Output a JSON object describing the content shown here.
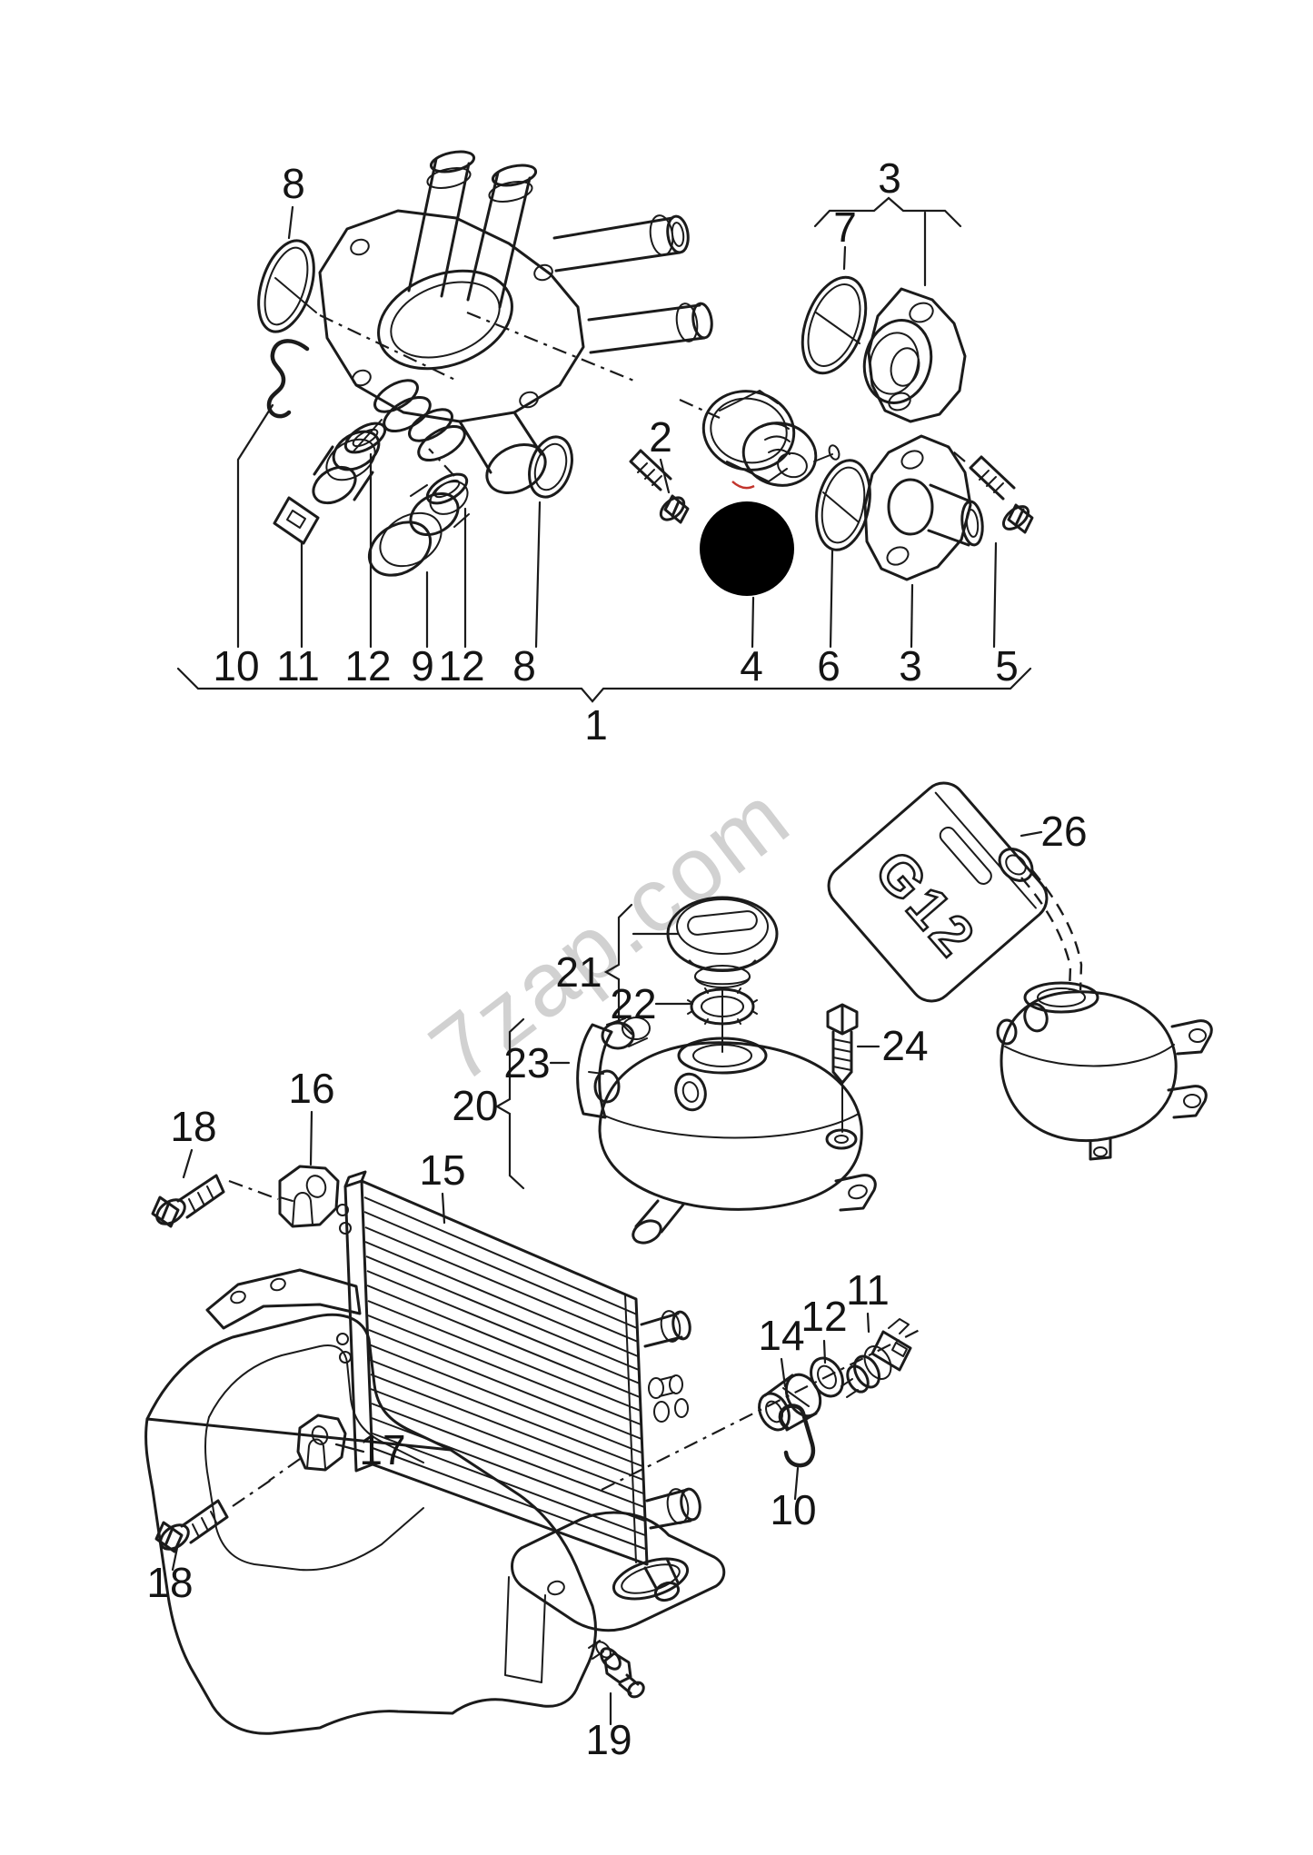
{
  "watermark": "7zap.com",
  "diagram": {
    "bottle_text": "G12",
    "callouts": {
      "seal_ring_top": "8",
      "outlet_group": "3",
      "outlet_seal": "7",
      "housing_bolt": "2",
      "retaining_clip_top": "10",
      "temp_sensor_top": "11",
      "oring_left": "12",
      "sealing_plug": "9",
      "oring_right": "12",
      "seal_ring_bottom": "8",
      "thermostat": "4",
      "thermostat_oring": "6",
      "connection_flange": "3",
      "flange_bolt": "5",
      "housing_assembly": "1",
      "cap_group": "21",
      "cap_seal": "22",
      "bracket_strap": "23",
      "reservoir_group": "20",
      "reservoir_bolt": "24",
      "coolant_g12": "26",
      "mount_bracket_top": "16",
      "mount_bolt_top": "18",
      "radiator": "15",
      "mount_bracket_bottom": "17",
      "mount_bolt_bottom": "18",
      "drain_valve": "19",
      "union_nut": "14",
      "sensor_oring": "12",
      "temp_sensor_bottom": "11",
      "retaining_clip_bottom": "10"
    }
  }
}
